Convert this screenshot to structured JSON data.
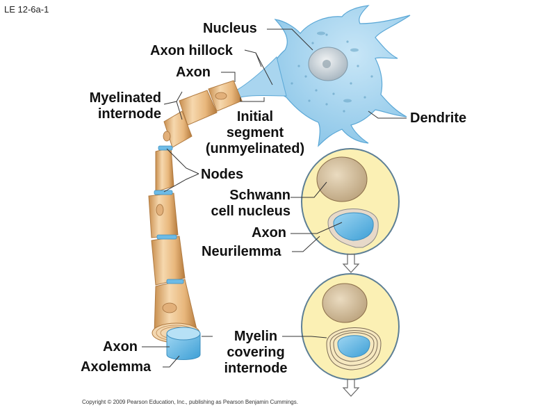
{
  "figure_ref": "LE 12-6a-1",
  "copyright": "Copyright © 2009 Pearson Education, Inc., publishing as Pearson Benjamin Cummings.",
  "labels": {
    "nucleus": "Nucleus",
    "axon_hillock": "Axon hillock",
    "axon_top": "Axon",
    "myelinated_internode_1": "Myelinated",
    "myelinated_internode_2": "internode",
    "initial_segment_1": "Initial",
    "initial_segment_2": "segment",
    "initial_segment_3": "(unmyelinated)",
    "dendrite": "Dendrite",
    "nodes": "Nodes",
    "schwann_1": "Schwann",
    "schwann_2": "cell nucleus",
    "axon_mid": "Axon",
    "neurilemma": "Neurilemma",
    "myelin_covering_1": "Myelin",
    "myelin_covering_2": "covering",
    "myelin_covering_3": "internode",
    "axon_bottom": "Axon",
    "axolemma": "Axolemma"
  },
  "colors": {
    "cell_body": "#9ed0ec",
    "cell_body_edge": "#5aa7d6",
    "myelin": "#efc794",
    "myelin_edge": "#b98a4e",
    "node_axon": "#7fc3ea",
    "schwann_cytoplasm": "#f8eca8",
    "schwann_nucleus": "#d9c7a6",
    "label_line": "#333333"
  }
}
